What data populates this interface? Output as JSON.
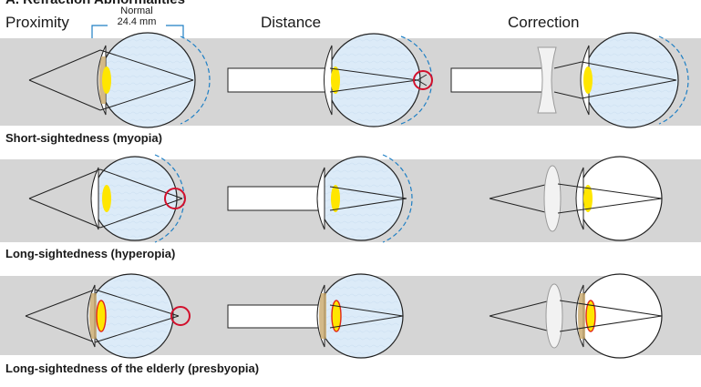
{
  "title": "A. Refraction Abnormalities",
  "columns": {
    "proximity": "Proximity",
    "distance": "Distance",
    "correction": "Correction"
  },
  "normal_note": {
    "label": "Normal",
    "length": "24.4 mm"
  },
  "rows": [
    {
      "label": "Short-sightedness (myopia)"
    },
    {
      "label": "Long-sightedness (hyperopia)"
    },
    {
      "label": "Long-sightedness of the elderly (presbyopia)"
    }
  ],
  "colors": {
    "band": "#d5d5d5",
    "eyeball": "#dcebf8",
    "eye_outline": "#222222",
    "lens": "#ffe600",
    "lens_presbyopic_outline": "#e0261b",
    "normal_eye_dashed": "#1f7fc4",
    "focus_circle": "#d2102c",
    "iris": "#c8a86a"
  }
}
